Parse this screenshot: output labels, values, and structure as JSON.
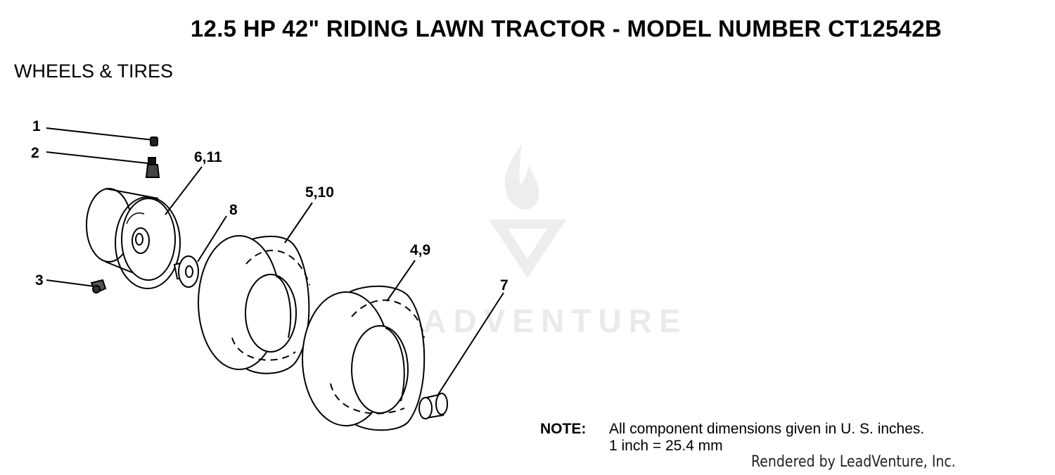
{
  "header": {
    "title": "12.5 HP 42\" RIDING LAWN TRACTOR - MODEL NUMBER CT12542B",
    "section": "WHEELS & TIRES"
  },
  "callouts": [
    {
      "id": "1",
      "label": "1"
    },
    {
      "id": "2",
      "label": "2"
    },
    {
      "id": "3",
      "label": "3"
    },
    {
      "id": "6_11",
      "label": "6,11"
    },
    {
      "id": "8",
      "label": "8"
    },
    {
      "id": "5_10",
      "label": "5,10"
    },
    {
      "id": "4_9",
      "label": "4,9"
    },
    {
      "id": "7",
      "label": "7"
    }
  ],
  "note": {
    "label": "NOTE:",
    "line1": "All component dimensions given in U. S. inches.",
    "line2": "1 inch = 25.4 mm"
  },
  "watermark": {
    "text": "LEADVENTURE",
    "color": "#e6e6e6"
  },
  "footer": {
    "rendered_by": "Rendered by LeadVenture, Inc."
  }
}
